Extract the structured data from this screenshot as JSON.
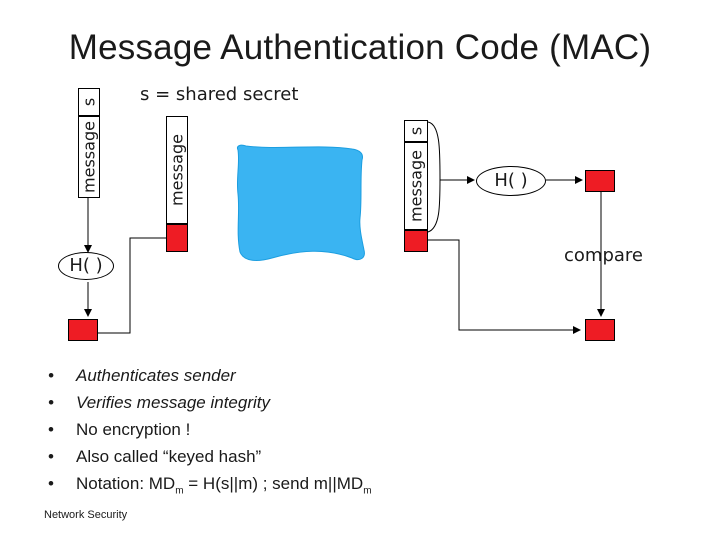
{
  "title": "Message Authentication Code (MAC)",
  "secret_caption": "s = shared secret",
  "sender": {
    "s_label": "s",
    "message_label": "message",
    "hash_label": "H( )"
  },
  "sent_message_label": "message",
  "receiver": {
    "s_label": "s",
    "message_label": "message",
    "hash_label": "H( )",
    "compare_label": "compare"
  },
  "bullets": [
    {
      "text": "Authenticates sender",
      "italic": true
    },
    {
      "text": "Verifies message integrity",
      "italic": true
    },
    {
      "text": "No encryption !",
      "italic": false
    },
    {
      "text": "Also called “keyed hash”",
      "italic": false
    }
  ],
  "notation": {
    "prefix": "Notation: MD",
    "sub1": "m",
    "middle": " = H(s||m) ; send m||MD",
    "sub2": "m"
  },
  "footer": "Network Security",
  "colors": {
    "cloud": "#3ab4f2",
    "digest": "#ee1c24"
  }
}
